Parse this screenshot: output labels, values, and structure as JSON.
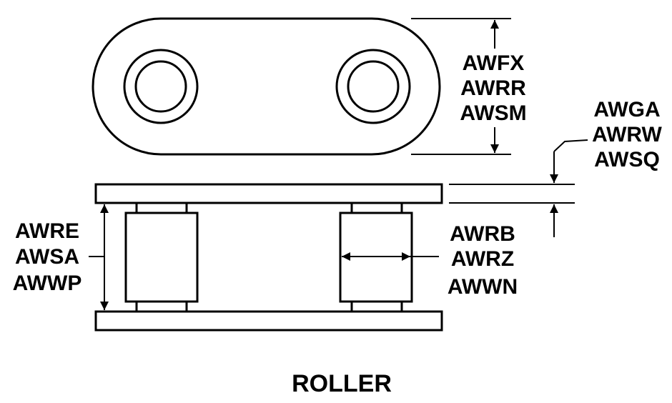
{
  "title": "ROLLER",
  "colors": {
    "ink": "#000000",
    "paper": "#ffffff"
  },
  "labels": {
    "link_height": [
      "AWFX",
      "AWRR",
      "AWSM"
    ],
    "plate_thickness": [
      "AWGA",
      "AWRW",
      "AWSQ"
    ],
    "inside_width": [
      "AWRE",
      "AWSA",
      "AWWP"
    ],
    "roller_diameter": [
      "AWRB",
      "AWRZ",
      "AWWN"
    ]
  }
}
